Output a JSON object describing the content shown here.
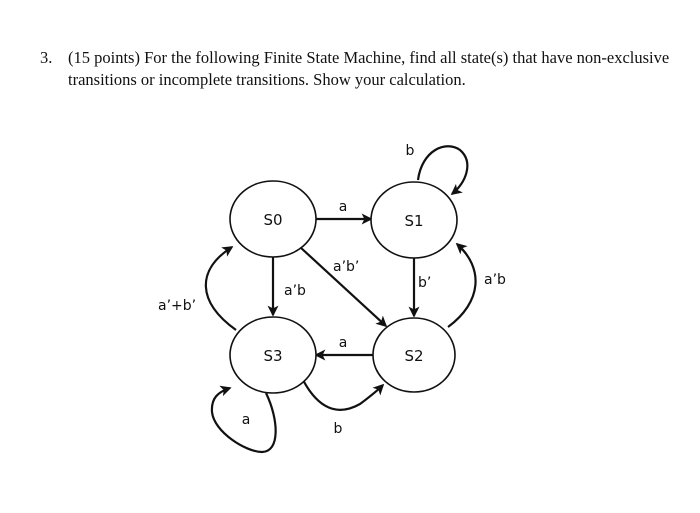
{
  "question": {
    "number": "3.",
    "text": "(15 points) For the following Finite State Machine, find all state(s) that have non-exclusive transitions or incomplete transitions.  Show your calculation."
  },
  "states": {
    "s0": "S0",
    "s1": "S1",
    "s2": "S2",
    "s3": "S3"
  },
  "transitions": {
    "s0_s1": "a",
    "s0_s3": "a’b",
    "s0_s2": "a’b’",
    "s1_s1": "b",
    "s1_s2": "b’",
    "s2_s1": "a’b",
    "s2_s3": "a",
    "s3_s0": "a’+b’",
    "s3_s3": "a",
    "s3_s2": "b"
  }
}
